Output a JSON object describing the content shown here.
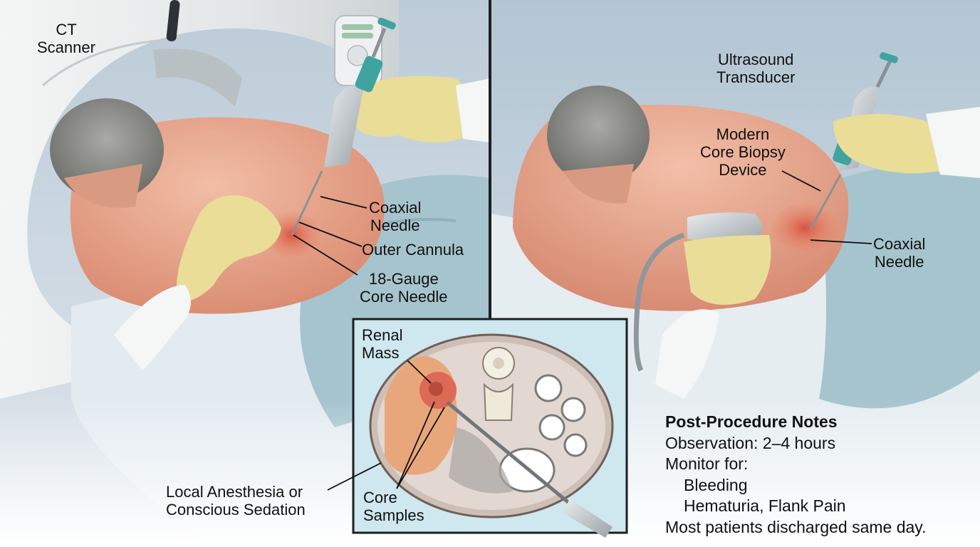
{
  "labels": {
    "ct_scanner": [
      "CT",
      "Scanner"
    ],
    "coaxial_needle_left": [
      "Coaxial",
      "Needle"
    ],
    "outer_cannula": "Outer Cannula",
    "core_needle": [
      "18-Gauge",
      "Core Needle"
    ],
    "ultrasound_transducer": [
      "Ultrasound",
      "Transducer"
    ],
    "biopsy_device": [
      "Modern",
      "Core Biopsy",
      "Device"
    ],
    "coaxial_needle_right": [
      "Coaxial",
      "Needle"
    ],
    "renal_mass": [
      "Renal",
      "Mass"
    ],
    "core_samples": [
      "Core",
      "Samples"
    ],
    "anesthesia": [
      "Local Anesthesia or",
      "Conscious Sedation"
    ]
  },
  "notes": {
    "title": "Post-Procedure Notes",
    "observation": "Observation: 2–4 hours",
    "monitor": "Monitor for:",
    "items": [
      "Bleeding",
      "Hematuria, Flank Pain"
    ],
    "footer": "Most patients discharged same day."
  },
  "colors": {
    "wall": "#b9c9d6",
    "skin": "#e9a88f",
    "sheet": "#a9c6cf",
    "glove": "#e8dc96",
    "lesion": "#e06a55",
    "device_accent": "#3fa3a0",
    "inset_bg": "#cde6ee"
  }
}
